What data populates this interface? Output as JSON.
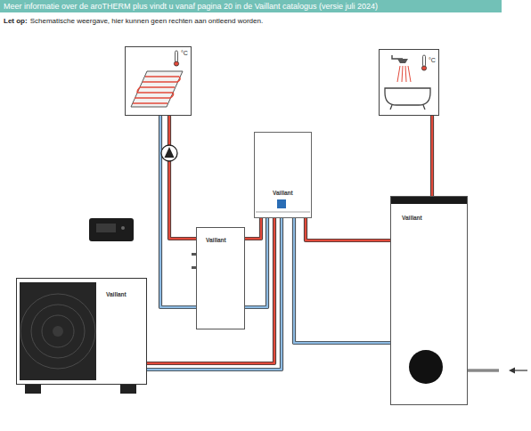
{
  "diagram": {
    "title": "Meer informatie over de aroTHERM plus vindt u vanaf pagina 20 in de Vaillant catalogus (versie juli 2024)",
    "nodes": [
      {
        "text": [
          "°C"
        ]
      },
      {
        "text": [
          "°C"
        ]
      },
      {
        "text": [
          "Vaillant"
        ]
      },
      {
        "text": [
          "Vaillant"
        ]
      },
      {
        "text": [
          "Vaillant"
        ]
      },
      {
        "text": [
          "Vaillant"
        ]
      }
    ],
    "edges": [
      {
        "from": 3,
        "to": 0,
        "arrow": "none"
      },
      {
        "from": 0,
        "to": 3,
        "arrow": "none"
      },
      {
        "from": 3,
        "to": 2,
        "arrow": "none"
      },
      {
        "from": 3,
        "to": 2,
        "arrow": "none"
      },
      {
        "from": 4,
        "to": 2,
        "arrow": "none"
      },
      {
        "from": 4,
        "to": 2,
        "arrow": "none"
      },
      {
        "from": 2,
        "to": 5,
        "arrow": "none"
      },
      {
        "from": 2,
        "to": 5,
        "arrow": "none"
      },
      {
        "from": 5,
        "to": 1,
        "arrow": "none"
      }
    ],
    "labels": [
      "Let op:",
      "Schematische weergave, hier kunnen geen rechten aan ontleend worden."
    ]
  }
}
